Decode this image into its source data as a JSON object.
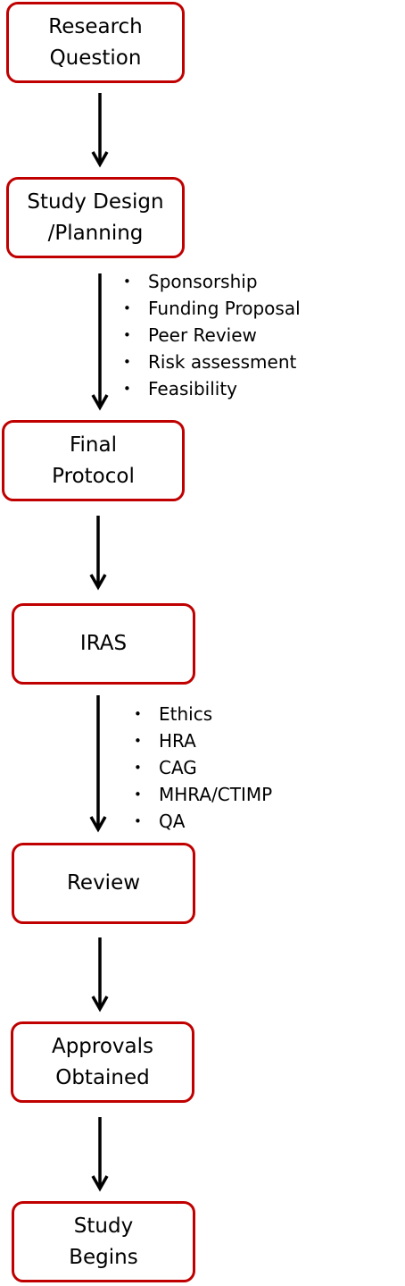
{
  "accent_color": "#c00000",
  "boxes": [
    {
      "lines": [
        "Research",
        "Question"
      ]
    },
    {
      "lines": [
        "Study Design",
        "/Planning"
      ]
    },
    {
      "lines": [
        "Final",
        "Protocol"
      ]
    },
    {
      "lines": [
        "IRAS"
      ]
    },
    {
      "lines": [
        "Review"
      ]
    },
    {
      "lines": [
        "Approvals",
        "Obtained"
      ]
    },
    {
      "lines": [
        "Study",
        "Begins"
      ]
    }
  ],
  "planning_notes": [
    "Sponsorship",
    "Funding Proposal",
    "Peer Review",
    "Risk assessment",
    "Feasibility"
  ],
  "iras_notes": [
    "Ethics",
    "HRA",
    "CAG",
    "MHRA/CTIMP",
    "QA"
  ]
}
